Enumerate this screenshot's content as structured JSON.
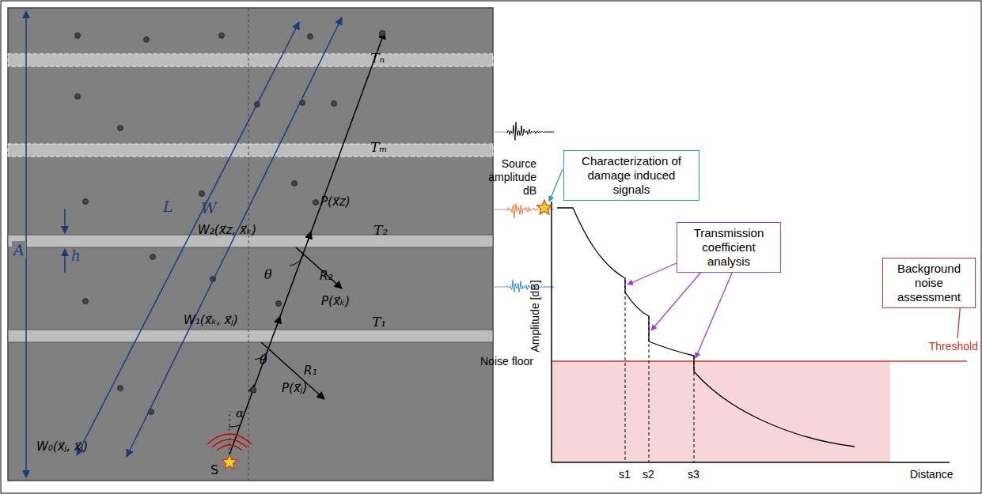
{
  "diagram": {
    "nodes": [
      {
        "text": [
          "Characterization of damage induced signals"
        ]
      },
      {
        "text": [
          "Transmission coefficient analysis"
        ]
      },
      {
        "text": [
          "Background noise assessment"
        ]
      }
    ],
    "labels": [
      "Tₙ",
      "Tₘ",
      "T₂",
      "T₁",
      "L",
      "W",
      "A",
      "h",
      "W₂(x⃗z, x⃗ₖ)",
      "P(x⃗z)",
      "θ",
      "R₂",
      "W₁(x⃗ₖ, x⃗ⱼ)",
      "P(x⃗ₖ)",
      "θ",
      "R₁",
      "W₀(x⃗ⱼ, x⃗ᵢ)",
      "α",
      "P(x⃗ⱼ)",
      "S",
      "Source amplitude dB",
      "Amplitude [dB]",
      "Noise floor",
      "Threshold",
      "s1",
      "s2",
      "s3",
      "Distance"
    ]
  }
}
